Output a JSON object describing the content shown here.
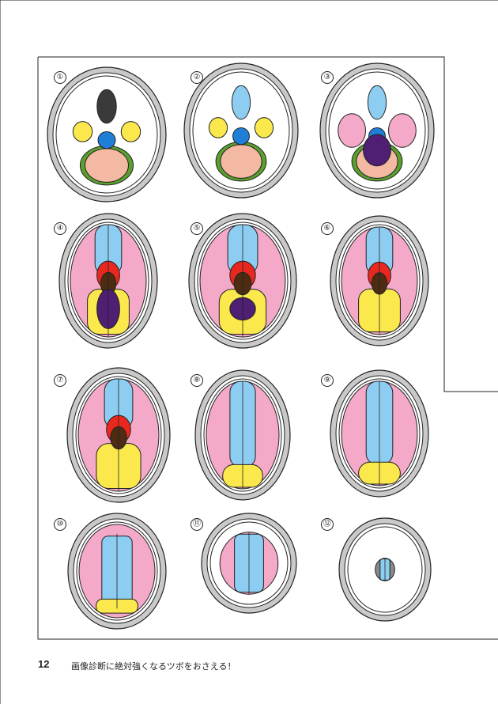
{
  "figure": {
    "slice_labels": [
      "①",
      "②",
      "③",
      "④",
      "⑤",
      "⑥",
      "⑦",
      "⑧",
      "⑨",
      "⑩",
      "⑪",
      "⑫"
    ]
  },
  "footer": {
    "page_number": "12",
    "running_title": "画像診断に絶対強くなるツボをおさえる！"
  },
  "colors": {
    "skull": "#c9c9c9",
    "frontal": "#8ecdf2",
    "temporal_parietal": "#f3a9c7",
    "occipital": "#fbe84c",
    "basal_ganglia": "#e8281e",
    "thalamus": "#4d2c12",
    "cerebellum": "#4e1f72",
    "brainstem": "#1f7fd6",
    "limbic": "#5aa02e",
    "cerebellum_lower": "#f3b9a2",
    "sinus": "#3a3a3a"
  }
}
